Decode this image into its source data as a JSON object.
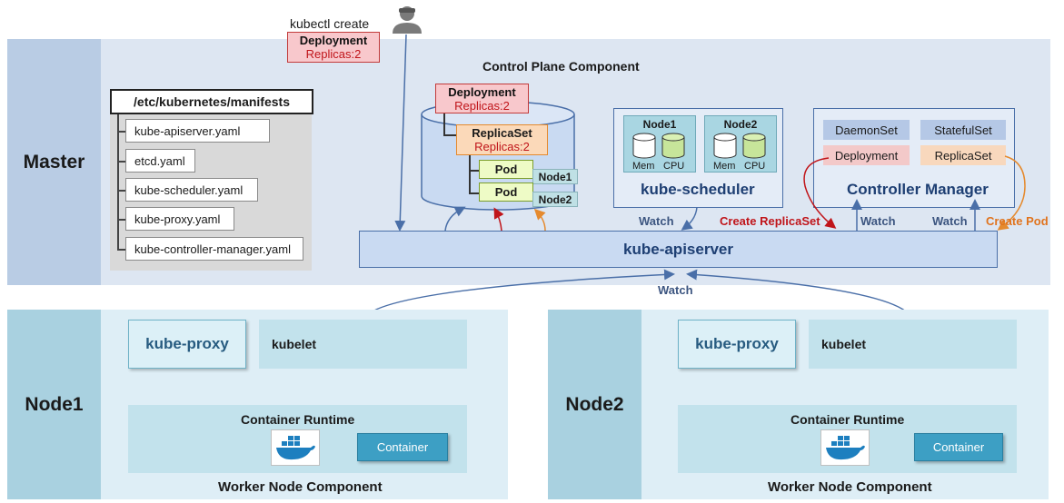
{
  "master": {
    "label": "Master",
    "control_plane_title": "Control Plane Component"
  },
  "top": {
    "kubectl_label": "kubectl create",
    "deployment_title": "Deployment",
    "deployment_replicas": "Replicas:2"
  },
  "manifests": {
    "title": "/etc/kubernetes/manifests",
    "files": [
      "kube-apiserver.yaml",
      "etcd.yaml",
      "kube-scheduler.yaml",
      "kube-proxy.yaml",
      "kube-controller-manager.yaml"
    ]
  },
  "etcd": {
    "deployment_title": "Deployment",
    "deployment_replicas": "Replicas:2",
    "replicaset_title": "ReplicaSet",
    "replicaset_replicas": "Replicas:2",
    "pods": [
      {
        "label": "Pod",
        "node": "Node1"
      },
      {
        "label": "Pod",
        "node": "Node2"
      }
    ]
  },
  "scheduler": {
    "title": "kube-scheduler",
    "nodes": [
      {
        "name": "Node1",
        "mem": "Mem",
        "cpu": "CPU"
      },
      {
        "name": "Node2",
        "mem": "Mem",
        "cpu": "CPU"
      }
    ]
  },
  "controller": {
    "title": "Controller Manager",
    "items": [
      "DaemonSet",
      "StatefulSet",
      "Deployment",
      "ReplicaSet"
    ]
  },
  "apiserver": {
    "label": "kube-apiserver"
  },
  "labels": {
    "watch": "Watch",
    "create_replicaset": "Create ReplicaSet",
    "create_pod": "Create Pod"
  },
  "colors": {
    "master_band": "#dde6f2",
    "accent_red": "#c0151a",
    "accent_orange": "#e0731d",
    "arrow_blue": "#4a6fa8"
  },
  "workers": [
    {
      "label": "Node1",
      "kube_proxy": "kube-proxy",
      "kubelet": "kubelet",
      "runtime": "Container Runtime",
      "container": "Container",
      "footer": "Worker Node Component"
    },
    {
      "label": "Node2",
      "kube_proxy": "kube-proxy",
      "kubelet": "kubelet",
      "runtime": "Container Runtime",
      "container": "Container",
      "footer": "Worker Node Component"
    }
  ]
}
